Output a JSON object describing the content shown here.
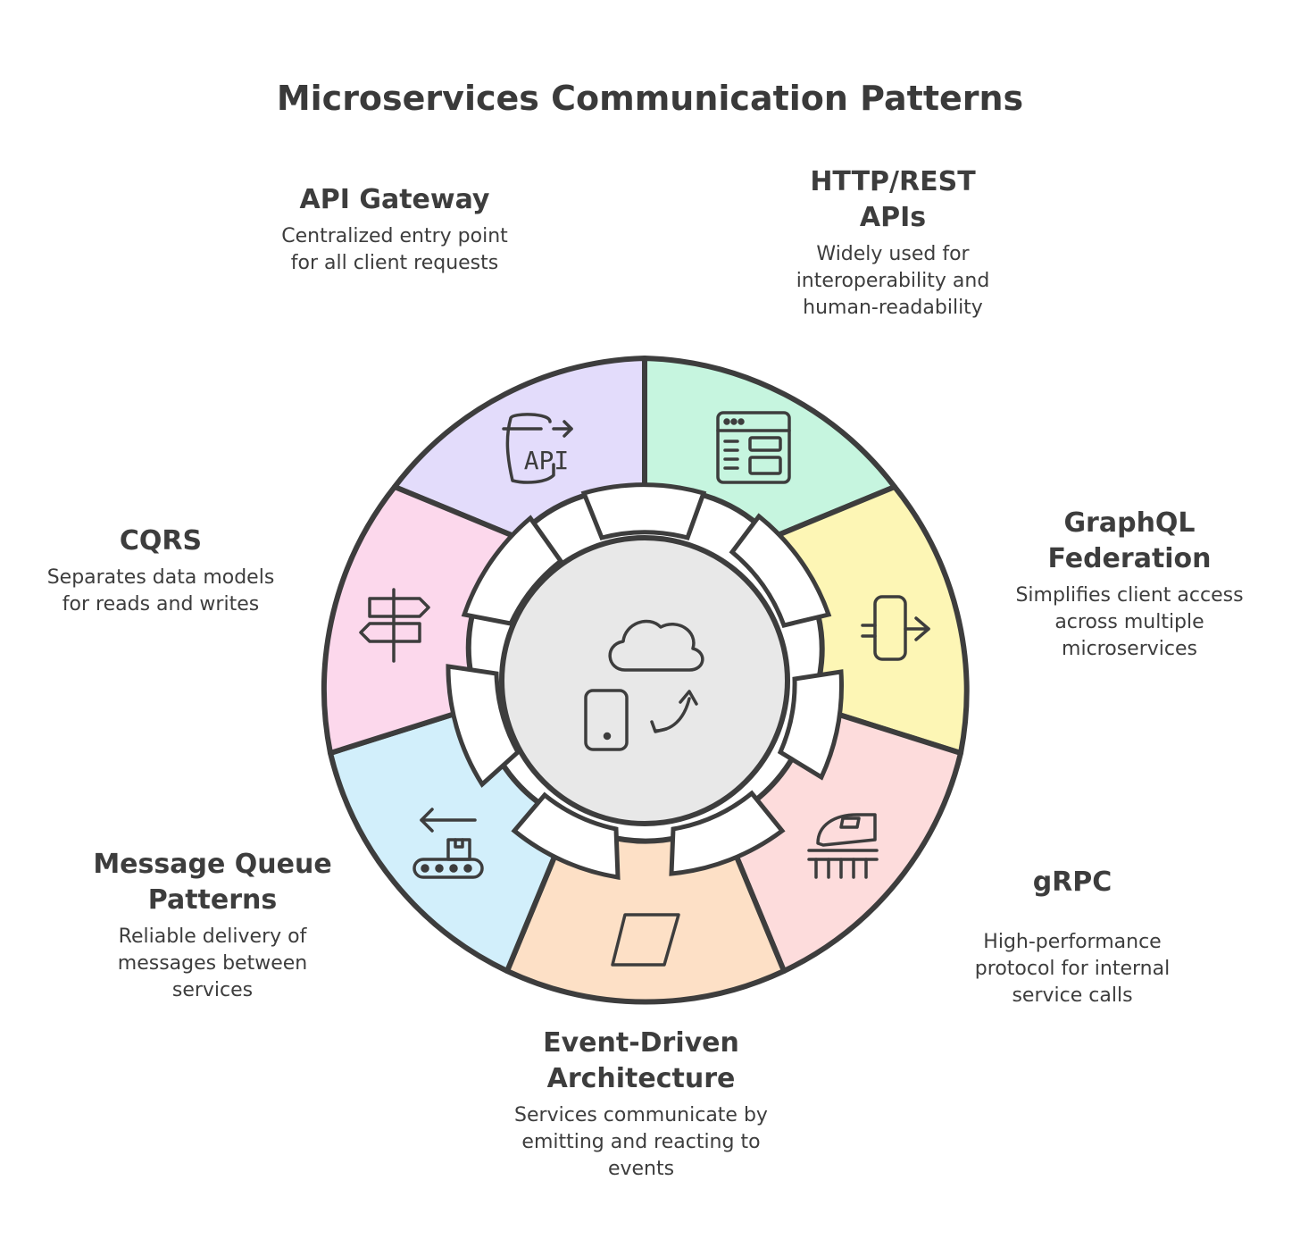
{
  "title": "Microservices Communication Patterns",
  "center": {
    "icons": [
      "cloud-icon",
      "mobile-device-icon",
      "sync-arrows-icon"
    ],
    "fill": "#e8e8e8"
  },
  "segments": [
    {
      "id": "api-gateway",
      "heading": "API Gateway",
      "description": "Centralized entry point for all client requests",
      "icon": "api-icon",
      "icon_text": "API",
      "fill": "#e3dcfb"
    },
    {
      "id": "http-rest",
      "heading": "HTTP/REST APIs",
      "description": "Widely used for interoperability and human-readability",
      "icon": "browser-window-icon",
      "fill": "#c6f5df"
    },
    {
      "id": "graphql",
      "heading": "GraphQL Federation",
      "description": "Simplifies client access across multiple microservices",
      "icon": "merge-arrow-icon",
      "fill": "#fdf6b5"
    },
    {
      "id": "grpc",
      "heading": "gRPC",
      "description": "High-performance protocol for internal service calls",
      "icon": "train-icon",
      "fill": "#fddcdc"
    },
    {
      "id": "event-driven",
      "heading": "Event-Driven Architecture",
      "description": "Services communicate by emitting and reacting to events",
      "icon": "card-icon",
      "fill": "#fde0c6"
    },
    {
      "id": "message-queue",
      "heading": "Message Queue Patterns",
      "description": "Reliable delivery of messages between services",
      "icon": "conveyor-icon",
      "fill": "#d2effb"
    },
    {
      "id": "cqrs",
      "heading": "CQRS",
      "description": "Separates data models for reads and writes",
      "icon": "signpost-icon",
      "fill": "#fcd8ec"
    }
  ],
  "colors": {
    "stroke": "#3d3d3d",
    "text": "#3d3d3d"
  }
}
